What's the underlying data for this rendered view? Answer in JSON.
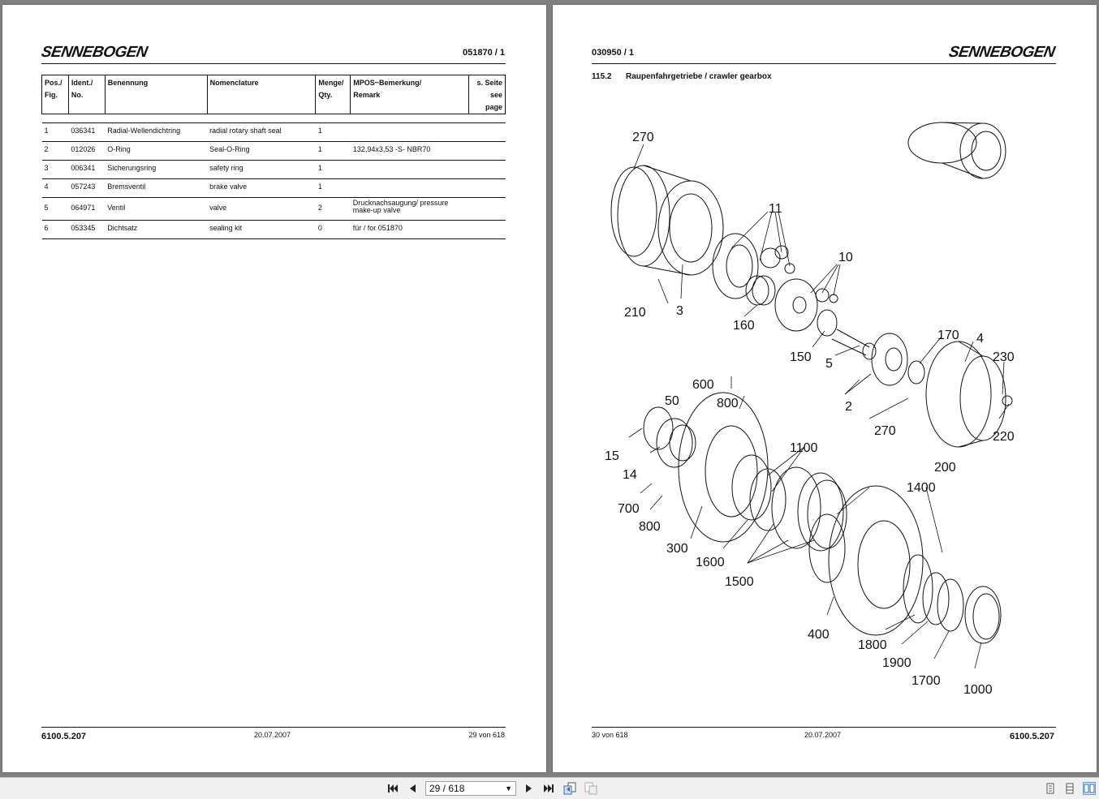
{
  "left_page": {
    "logo": "SENNEBOGEN",
    "doc_number": "051870 / 1",
    "table": {
      "headers": [
        [
          "Pos./",
          "Fig."
        ],
        [
          "Ident./",
          "No."
        ],
        [
          "Benennung",
          ""
        ],
        [
          "Nomenclature",
          ""
        ],
        [
          "Menge/",
          "Qty."
        ],
        [
          "MPOS~Bemerkung/",
          "Remark"
        ],
        [
          "s. Seite",
          "see page"
        ]
      ],
      "rows": [
        [
          "1",
          "036341",
          "Radial-Wellendichtring",
          "radial rotary shaft seal",
          "1",
          "",
          ""
        ],
        [
          "2",
          "012026",
          "O-Ring",
          "Seal-O-Ring",
          "1",
          "132,94x3,53 -S- NBR70",
          ""
        ],
        [
          "3",
          "006341",
          "Sicherungsring",
          "safety ring",
          "1",
          "",
          ""
        ],
        [
          "4",
          "057243",
          "Bremsventil",
          "brake valve",
          "1",
          "",
          ""
        ],
        [
          "5",
          "064971",
          "Ventil",
          "valve",
          "2",
          "Drucknachsaugung/ pressure make-up valve",
          ""
        ],
        [
          "6",
          "053345",
          "Dichtsatz",
          "sealing kit",
          "0",
          "für / for 051870",
          ""
        ]
      ]
    },
    "footer": {
      "left": "6100.5.207",
      "center": "20.07.2007",
      "right": "29 von 618"
    }
  },
  "right_page": {
    "logo": "SENNEBOGEN",
    "doc_number": "030950 / 1",
    "section_number": "115.2",
    "section_title": "Raupenfahrgetriebe / crawler gearbox",
    "diagram_labels": [
      "270",
      "11",
      "10",
      "210",
      "3",
      "160",
      "150",
      "5",
      "170",
      "4",
      "230",
      "2",
      "270",
      "220",
      "200",
      "600",
      "50",
      "800",
      "15",
      "14",
      "1100",
      "700",
      "800",
      "300",
      "1600",
      "1500",
      "1400",
      "400",
      "1800",
      "1900",
      "1700",
      "1000"
    ],
    "footer": {
      "left": "30 von 618",
      "center": "20.07.2007",
      "right": "6100.5.207"
    }
  },
  "toolbar": {
    "page_indicator": "29 / 618"
  },
  "colors": {
    "background": "#808080",
    "page": "#ffffff",
    "ink": "#111111",
    "toolbar": "#f0f0f0"
  }
}
